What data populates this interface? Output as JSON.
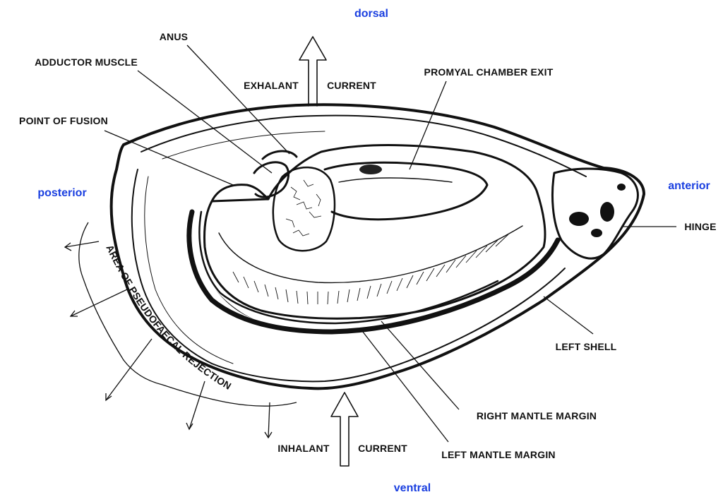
{
  "orientation": {
    "dorsal": "dorsal",
    "ventral": "ventral",
    "anterior": "anterior",
    "posterior": "posterior",
    "color": "#1a3fe0"
  },
  "labels": {
    "anus": "ANUS",
    "adductor_muscle": "ADDUCTOR MUSCLE",
    "exhalant": "EXHALANT",
    "exhalant_current": "CURRENT",
    "promyal_chamber_exit": "PROMYAL CHAMBER EXIT",
    "point_of_fusion": "POINT OF FUSION",
    "hinge": "HINGE",
    "left_shell": "LEFT SHELL",
    "right_mantle_margin": "RIGHT MANTLE MARGIN",
    "left_mantle_margin": "LEFT MANTLE MARGIN",
    "inhalant": "INHALANT",
    "inhalant_current": "CURRENT",
    "pseudofaecal_rejection": "AREA OF PSEUDOFAECAL REJECTION"
  },
  "colors": {
    "ink": "#111111",
    "background": "#ffffff"
  }
}
